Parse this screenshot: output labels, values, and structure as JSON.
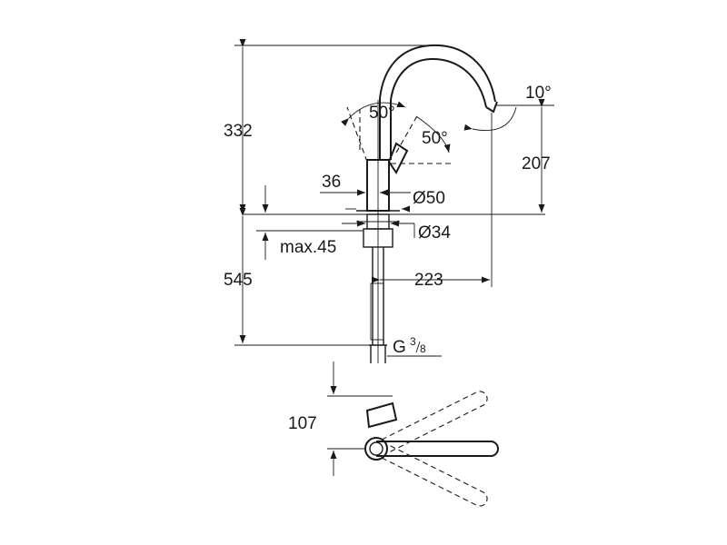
{
  "diagram": {
    "dimensions": {
      "upper_height": "332",
      "lower_height": "545",
      "spout_height": "207",
      "spout_reach": "223",
      "spout_angle": "10°",
      "lever_angle_left": "50°",
      "lever_angle_right": "50°",
      "lever_offset": "36",
      "base_diameter": "Ø50",
      "hole_diameter": "Ø34",
      "max_thickness": "max.45",
      "thread_prefix": "G",
      "thread_num": "3",
      "thread_den": "8",
      "plan_depth": "107"
    }
  }
}
